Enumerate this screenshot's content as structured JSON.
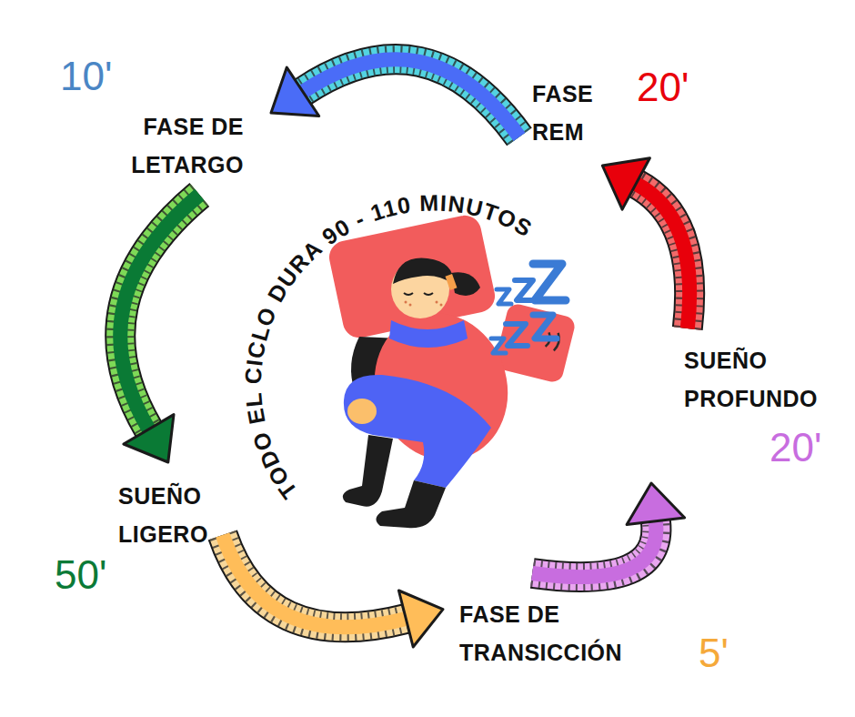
{
  "diagram": {
    "nodes": [
      {
        "text": [
          "FASE DE LETARGO"
        ]
      },
      {
        "text": [
          "FASE REM"
        ]
      },
      {
        "text": [
          "SUEÑO PROFUNDO"
        ]
      },
      {
        "text": [
          "SUEÑO LIGERO"
        ]
      },
      {
        "text": [
          "FASE DE TRANSICCIÓN"
        ]
      }
    ],
    "edges": [
      {
        "from": 0,
        "to": 3,
        "arrow": "to"
      },
      {
        "from": 3,
        "to": 4,
        "arrow": "to"
      },
      {
        "from": 4,
        "to": 2,
        "arrow": "to"
      },
      {
        "from": 2,
        "to": 1,
        "arrow": "to"
      },
      {
        "from": 1,
        "to": 0,
        "arrow": "to"
      }
    ],
    "labels": [
      "TODO EL CICLO DURA 90 - 110 MINUTOS",
      "10'",
      "20'",
      "20'",
      "50'",
      "5'"
    ]
  }
}
